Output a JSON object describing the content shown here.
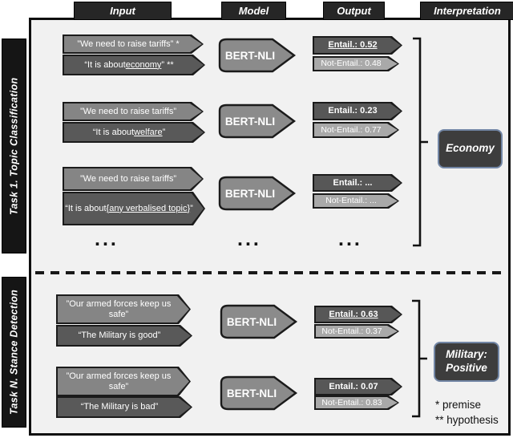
{
  "header": {
    "input": "Input",
    "model": "Model",
    "output": "Output",
    "interpretation": "Interpretation"
  },
  "model_label": "BERT-NLI",
  "ellipsis": "...",
  "task1": {
    "sidebar": "Task 1. Topic Classification",
    "interpretation": "Economy",
    "rows": [
      {
        "premise": "”We need to raise tariffs” *",
        "hyp_pre": "“It is about ",
        "hyp_u": "economy",
        "hyp_post": "” **",
        "entail": "Entail.: 0.52",
        "not_entail": "Not-Entail.: 0.48"
      },
      {
        "premise": "”We need to raise tariffs”",
        "hyp_pre": "“It is about ",
        "hyp_u": "welfare",
        "hyp_post": "”",
        "entail": "Entail.: 0.23",
        "not_entail": "Not-Entail.: 0.77"
      },
      {
        "premise": "”We need to raise tariffs”",
        "hyp_pre": "“It is about ",
        "hyp_u": "{any verbalised topic}",
        "hyp_post": "”",
        "entail": "Entail.: ...",
        "not_entail": "Not-Entail.: ..."
      }
    ]
  },
  "taskN": {
    "sidebar": "Task N. Stance Detection",
    "interpretation_line1": "Military:",
    "interpretation_line2": "Positive",
    "rows": [
      {
        "premise": "”Our armed forces keep us safe”",
        "hyp": "“The Military is good”",
        "entail": "Entail.: 0.63",
        "not_entail": "Not-Entail.: 0.37"
      },
      {
        "premise": "”Our armed forces keep us safe”",
        "hyp": "“The Military is bad”",
        "entail": "Entail.: 0.07",
        "not_entail": "Not-Entail.: 0.83"
      }
    ]
  },
  "footnote": {
    "premise": "* premise",
    "hypothesis": "** hypothesis"
  },
  "colors": {
    "premise_fill": "#858585",
    "hypothesis_fill": "#595959",
    "entail_fill": "#575757",
    "not_entail_fill": "#a9a9a9",
    "model_fill": "#8b8b8b",
    "interpretation_fill": "#3d3d3d",
    "interpretation_border": "#7286a5",
    "header_bg": "#262626",
    "frame_bg": "#f1f1f1"
  }
}
